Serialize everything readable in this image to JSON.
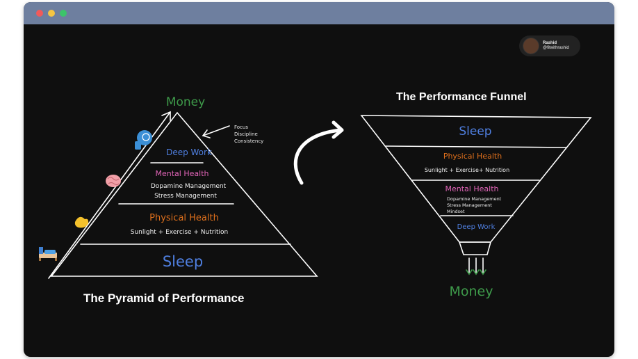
{
  "window": {
    "controls": [
      "close",
      "minimize",
      "maximize"
    ]
  },
  "author": {
    "name": "Rashid",
    "handle": "@fitwithrashid"
  },
  "pyramid": {
    "title": "The Pyramid of Performance",
    "top_label": "Money",
    "annotation": [
      "Focus",
      "Discipline",
      "Consistency"
    ],
    "levels": [
      {
        "name": "Deep Work",
        "color": "#4f7fe0",
        "details": []
      },
      {
        "name": "Mental Health",
        "color": "#e064b7",
        "details": [
          "Dopamine Management",
          "Stress Management"
        ]
      },
      {
        "name": "Physical Health",
        "color": "#e0701c",
        "details": [
          "Sunlight + Exercise + Nutrition"
        ]
      },
      {
        "name": "Sleep",
        "color": "#4f7fe0",
        "details": []
      }
    ],
    "side_icons": [
      "brain-head-icon",
      "brain-icon",
      "flexed-biceps-icon",
      "bed-icon"
    ]
  },
  "funnel": {
    "title": "The Performance Funnel",
    "bottom_label": "Money",
    "levels": [
      {
        "name": "Sleep",
        "color": "#4f7fe0",
        "details": []
      },
      {
        "name": "Physical Health",
        "color": "#e0701c",
        "details": [
          "Sunlight + Exercise+ Nutrition"
        ]
      },
      {
        "name": "Mental Health",
        "color": "#e064b7",
        "details": [
          "Dopamine Management",
          "Stress Management",
          "Mindset"
        ]
      },
      {
        "name": "Deep Work",
        "color": "#4f7fe0",
        "details": []
      }
    ]
  },
  "colors": {
    "money": "#3e9a4a",
    "line": "#ffffff",
    "background": "#0f0f0f"
  }
}
